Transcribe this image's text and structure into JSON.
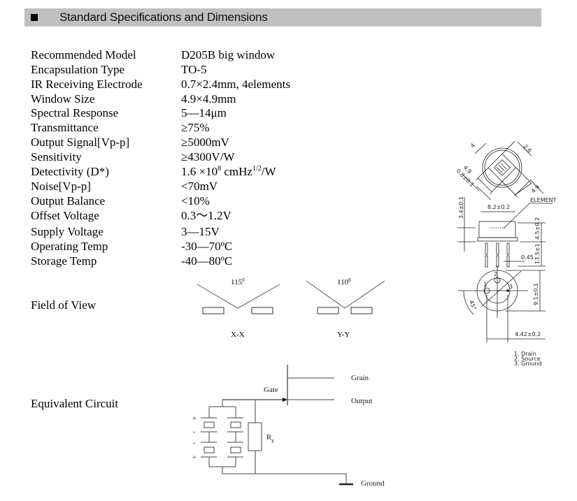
{
  "header": {
    "bullet_icon": "black-square-icon",
    "title": "Standard Specifications and Dimensions"
  },
  "specs": [
    {
      "label": "Recommended Model",
      "value": "D205B big window"
    },
    {
      "label": "Encapsulation Type",
      "value": "TO-5"
    },
    {
      "label": "IR Receiving Electrode",
      "value": "0.7×2.4mm, 4elements"
    },
    {
      "label": "Window Size",
      "value": "4.9×4.9mm"
    },
    {
      "label": "Spectral Response",
      "value": "5—14μm"
    },
    {
      "label": "Transmittance",
      "value": "≥75%"
    },
    {
      "label": "Output Signal[Vp-p]",
      "value": "≥5000mV"
    },
    {
      "label": "Sensitivity",
      "value": "≥4300V/W"
    },
    {
      "label": "Detectivity (D*)",
      "value_base": "1.6 ×10",
      "value_exp": "8",
      "value_unit": " cmHz",
      "value_unit_exp": "1/2",
      "value_tail": "/W"
    },
    {
      "label": "Noise[Vp-p]",
      "value": "<70mV"
    },
    {
      "label": "Output Balance",
      "value": "<10%"
    },
    {
      "label": "Offset Voltage",
      "value": "0.3～1.2V"
    },
    {
      "label": "Supply Voltage",
      "value": "3—15V"
    },
    {
      "label": "Operating Temp",
      "value": "-30—70ºC"
    },
    {
      "label": "Storage Temp",
      "value": "-40—80ºC"
    }
  ],
  "field_of_view": {
    "label": "Field of View",
    "xx": {
      "angle": "115",
      "deg": "0",
      "axis": "X-X"
    },
    "yy": {
      "angle": "110",
      "deg": "0",
      "axis": "Y-Y"
    }
  },
  "equivalent_circuit": {
    "label": "Equivalent Circuit",
    "gate": "Gate",
    "grain": "Grain",
    "output": "Output",
    "ground": "Ground",
    "resistor": "R",
    "resistor_sub": "g",
    "polarity": [
      "+",
      "-",
      "-",
      "+"
    ]
  },
  "dimensions": {
    "top_view": {
      "d1": "4",
      "d2": "2.6",
      "d3": "4.9",
      "d4": "0.8±0.1",
      "d5": "4.9"
    },
    "side_view": {
      "height": "3.4±0.1",
      "width": "8.2±0.2",
      "element": "ELEMENT",
      "body": "4.5±0.2",
      "leads": "13.5±1",
      "lead_dia": "0.45"
    },
    "bottom_view": {
      "pin1": "1",
      "pin2": "2",
      "pin3": "3",
      "angle": "45°",
      "diameter": "9.1±0.1",
      "pitch": "4.42±0.2"
    },
    "pin_legend": [
      "1. Drain",
      "2. Source",
      "3. Ground"
    ]
  }
}
